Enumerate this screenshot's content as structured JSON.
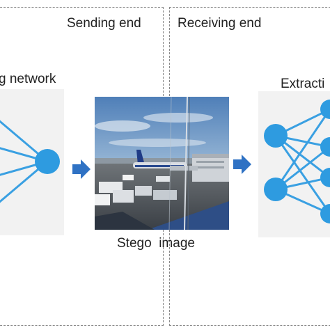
{
  "sending_end": {
    "label": "Sending end"
  },
  "receiving_end": {
    "label": "Receiving end"
  },
  "embedding_network": {
    "label": "g network",
    "node_color": "#2e9be0",
    "edge_color": "#3aa0e2"
  },
  "extraction_network": {
    "label": "Extracti",
    "node_color": "#2e9be0",
    "edge_color": "#3aa0e2"
  },
  "stego_image": {
    "label": "Stego  image"
  },
  "arrow_color": "#2f72c4"
}
